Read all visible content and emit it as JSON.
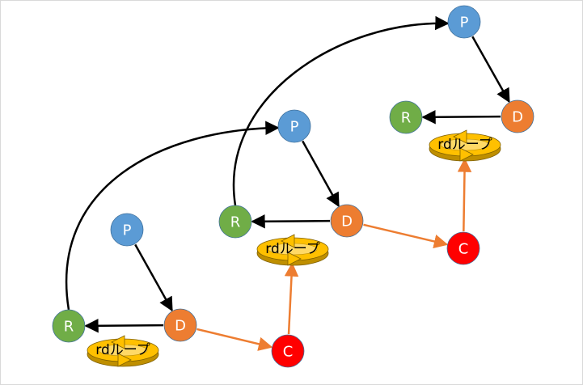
{
  "colors": {
    "P": "#5b9bd5",
    "D": "#ed7d31",
    "R": "#70ad47",
    "C": "#ff0000",
    "arrow": "#000000",
    "orange_arrow": "#ed7d31",
    "loop_fill": "#ffc000",
    "loop_dark": "#bf8f00"
  },
  "nodes": [
    {
      "id": "p1",
      "type": "P",
      "label": "P"
    },
    {
      "id": "d1",
      "type": "D",
      "label": "D"
    },
    {
      "id": "r1",
      "type": "R",
      "label": "R"
    },
    {
      "id": "c1",
      "type": "C",
      "label": "C"
    },
    {
      "id": "p2",
      "type": "P",
      "label": "P"
    },
    {
      "id": "d2",
      "type": "D",
      "label": "D"
    },
    {
      "id": "r2",
      "type": "R",
      "label": "R"
    },
    {
      "id": "c2",
      "type": "C",
      "label": "C"
    },
    {
      "id": "p3",
      "type": "P",
      "label": "P"
    },
    {
      "id": "d3",
      "type": "D",
      "label": "D"
    },
    {
      "id": "r3",
      "type": "R",
      "label": "R"
    }
  ],
  "loops": [
    {
      "id": "loop1",
      "label": "rdループ"
    },
    {
      "id": "loop2",
      "label": "rdループ"
    },
    {
      "id": "loop3",
      "label": "rdループ"
    }
  ],
  "edges": [
    {
      "from": "p1",
      "to": "d1",
      "style": "black"
    },
    {
      "from": "d1",
      "to": "r1",
      "style": "black"
    },
    {
      "from": "r1",
      "to": "p2",
      "style": "black-curve"
    },
    {
      "from": "d1",
      "to": "c1",
      "style": "orange"
    },
    {
      "from": "c1",
      "to": "loop2",
      "style": "orange"
    },
    {
      "from": "p2",
      "to": "d2",
      "style": "black"
    },
    {
      "from": "d2",
      "to": "r2",
      "style": "black"
    },
    {
      "from": "r2",
      "to": "p3",
      "style": "black-curve"
    },
    {
      "from": "d2",
      "to": "c2",
      "style": "orange"
    },
    {
      "from": "c2",
      "to": "loop3",
      "style": "orange"
    },
    {
      "from": "p3",
      "to": "d3",
      "style": "black"
    },
    {
      "from": "d3",
      "to": "r3",
      "style": "black"
    }
  ]
}
